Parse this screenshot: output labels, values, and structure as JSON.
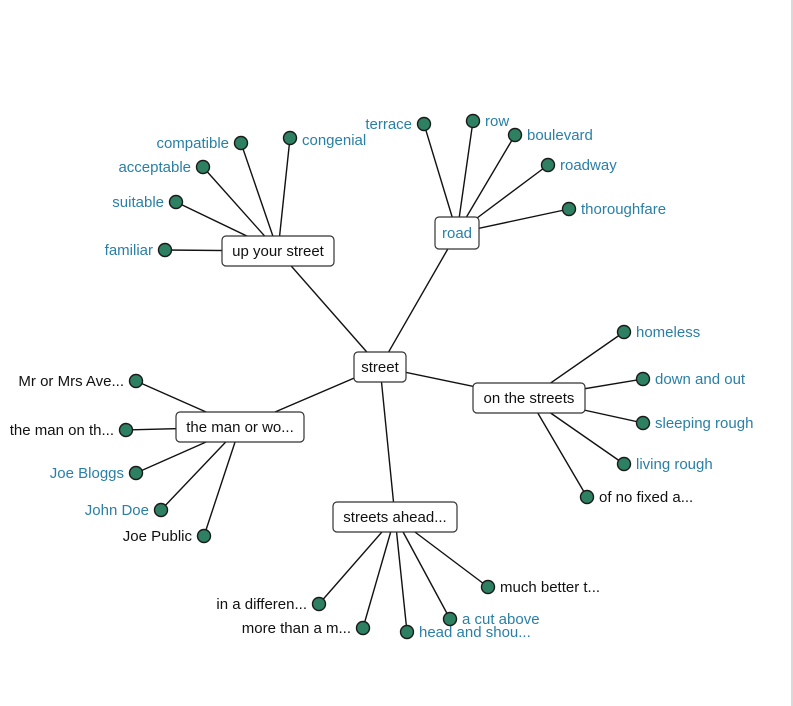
{
  "diagram": {
    "center": {
      "id": "street",
      "label": "street"
    },
    "branches": [
      {
        "id": "up-your-street",
        "label": "up your street",
        "color": "black",
        "leaves": [
          {
            "label": "compatible",
            "color": "blue"
          },
          {
            "label": "congenial",
            "color": "blue"
          },
          {
            "label": "acceptable",
            "color": "blue"
          },
          {
            "label": "suitable",
            "color": "blue"
          },
          {
            "label": "familiar",
            "color": "blue"
          }
        ]
      },
      {
        "id": "road",
        "label": "road",
        "color": "blue",
        "leaves": [
          {
            "label": "terrace",
            "color": "blue"
          },
          {
            "label": "row",
            "color": "blue"
          },
          {
            "label": "boulevard",
            "color": "blue"
          },
          {
            "label": "roadway",
            "color": "blue"
          },
          {
            "label": "thoroughfare",
            "color": "blue"
          }
        ]
      },
      {
        "id": "on-the-streets",
        "label": "on the streets",
        "color": "black",
        "leaves": [
          {
            "label": "homeless",
            "color": "blue"
          },
          {
            "label": "down and out",
            "color": "blue"
          },
          {
            "label": "sleeping rough",
            "color": "blue"
          },
          {
            "label": "living rough",
            "color": "blue"
          },
          {
            "label": "of no fixed a...",
            "color": "black"
          }
        ]
      },
      {
        "id": "streets-ahead",
        "label": "streets ahead...",
        "color": "black",
        "leaves": [
          {
            "label": "in a differen...",
            "color": "black"
          },
          {
            "label": "more than a m...",
            "color": "black"
          },
          {
            "label": "head and shou...",
            "color": "blue"
          },
          {
            "label": "a cut above",
            "color": "blue"
          },
          {
            "label": "much better t...",
            "color": "black"
          }
        ]
      },
      {
        "id": "the-man-or-woman",
        "label": "the man or wo...",
        "color": "black",
        "leaves": [
          {
            "label": "Mr or Mrs Ave...",
            "color": "black"
          },
          {
            "label": "the man on th...",
            "color": "black"
          },
          {
            "label": "Joe Bloggs",
            "color": "blue"
          },
          {
            "label": "John Doe",
            "color": "blue"
          },
          {
            "label": "Joe Public",
            "color": "black"
          }
        ]
      }
    ]
  }
}
